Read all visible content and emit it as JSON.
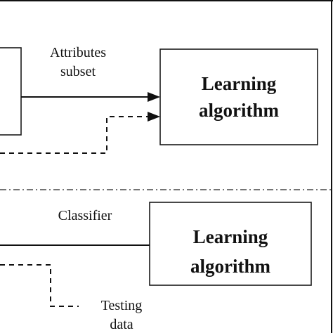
{
  "upper_block": {
    "edge_label_line1": "Attributes",
    "edge_label_line2": "subset",
    "box_line1": "Learning",
    "box_line2": "algorithm"
  },
  "lower_block": {
    "edge_label": "Classifier",
    "box_line1": "Learning",
    "box_line2": "algorithm",
    "input_label_line1": "Testing",
    "input_label_line2": "data"
  }
}
